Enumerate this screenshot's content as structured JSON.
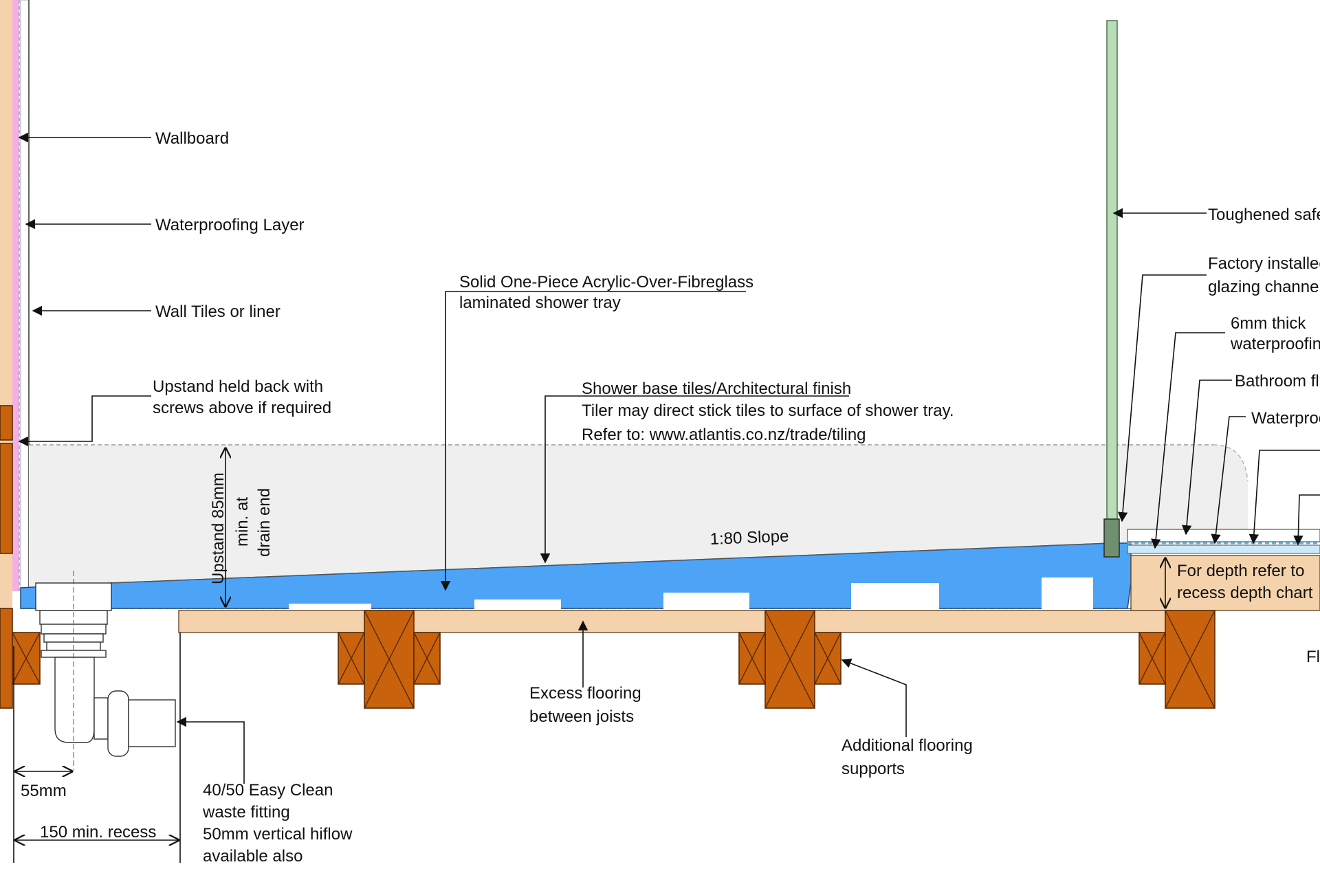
{
  "labels": {
    "wallboard": "Wallboard",
    "waterproofing_layer": "Waterproofing Layer",
    "wall_tiles": "Wall Tiles or liner",
    "upstand_held_1": "Upstand held back with",
    "upstand_held_2": "screws above if required",
    "tray_1": "Solid One-Piece Acrylic-Over-Fibreglass",
    "tray_2": "laminated shower tray",
    "base_tiles_1": "Shower base tiles/Architectural finish",
    "base_tiles_2": "Tiler may direct stick tiles to surface of shower tray.",
    "base_tiles_3": "Refer to: www.atlantis.co.nz/trade/tiling",
    "slope": "1:80 Slope",
    "upstand_dim_1": "Upstand 85mm",
    "upstand_dim_2": "min. at",
    "upstand_dim_3": "drain end",
    "toughened": "Toughened safe",
    "factory_1": "Factory installed",
    "factory_2": "glazing channel",
    "sixmm_1": "6mm thick",
    "sixmm_2": "waterproofing",
    "bathroom": "Bathroom fl",
    "waterproo": "Waterproo",
    "depth_1": "For depth refer to",
    "depth_2": "recess depth chart",
    "fl": "Fl",
    "excess_1": "Excess flooring",
    "excess_2": "between joists",
    "additional_1": "Additional flooring",
    "additional_2": "supports",
    "waste_1": "40/50 Easy Clean",
    "waste_2": "waste fitting",
    "waste_3": "50mm vertical hiflow",
    "waste_4": "available also",
    "dim_55": "55mm",
    "dim_150": "150 min. recess"
  },
  "colors": {
    "tray_blue": "#4da3f5",
    "timber": "#c8620c",
    "flooring": "#f4d3ac",
    "glass": "#b9dcb9",
    "wall_pink": "#f3b0e0"
  }
}
